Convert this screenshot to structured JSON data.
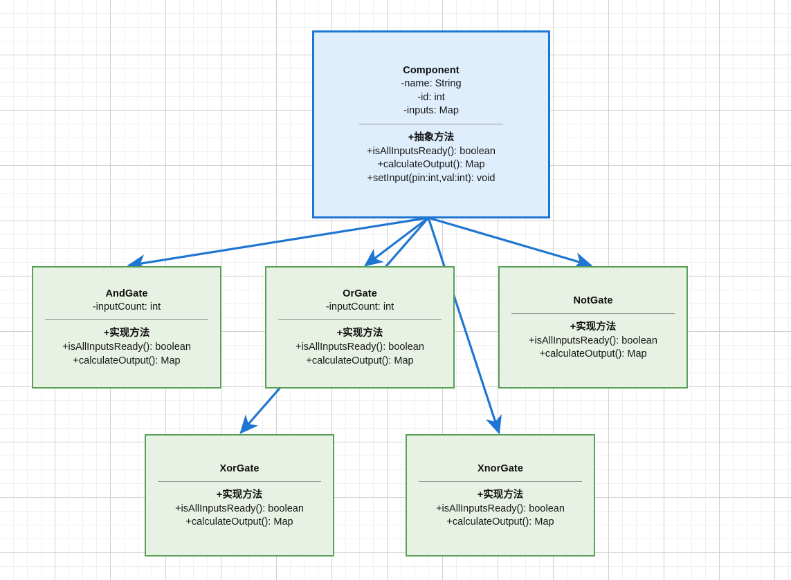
{
  "diagram": {
    "type": "uml-class-diagram",
    "background": "#ffffff",
    "grid_minor_color": "#f0f0f0",
    "grid_major_color": "#d0d0d0",
    "root_fill": "#dfeefc",
    "root_stroke": "#1f76d2",
    "leaf_fill": "#e8f2e4",
    "leaf_stroke": "#57a157",
    "edge_color": "#1f76d2",
    "separator_color": "#9a9a9a"
  },
  "classes": {
    "component": {
      "name": "Component",
      "attributes": [
        "-name: String",
        "-id: int",
        "-inputs: Map"
      ],
      "operations_header": "+抽象方法",
      "operations": [
        "+isAllInputsReady(): boolean",
        "+calculateOutput(): Map",
        "+setInput(pin:int,val:int): void"
      ]
    },
    "and_gate": {
      "name": "AndGate",
      "attributes": [
        "-inputCount: int"
      ],
      "operations_header": "+实现方法",
      "operations": [
        "+isAllInputsReady(): boolean",
        "+calculateOutput(): Map"
      ]
    },
    "or_gate": {
      "name": "OrGate",
      "attributes": [
        "-inputCount: int"
      ],
      "operations_header": "+实现方法",
      "operations": [
        "+isAllInputsReady(): boolean",
        "+calculateOutput(): Map"
      ]
    },
    "not_gate": {
      "name": "NotGate",
      "attributes": [],
      "operations_header": "+实现方法",
      "operations": [
        "+isAllInputsReady(): boolean",
        "+calculateOutput(): Map"
      ]
    },
    "xor_gate": {
      "name": "XorGate",
      "attributes": [],
      "operations_header": "+实现方法",
      "operations": [
        "+isAllInputsReady(): boolean",
        "+calculateOutput(): Map"
      ]
    },
    "xnor_gate": {
      "name": "XnorGate",
      "attributes": [],
      "operations_header": "+实现方法",
      "operations": [
        "+isAllInputsReady(): boolean",
        "+calculateOutput(): Map"
      ]
    }
  },
  "edges": [
    {
      "from": "Component",
      "to": "AndGate"
    },
    {
      "from": "Component",
      "to": "OrGate"
    },
    {
      "from": "Component",
      "to": "NotGate"
    },
    {
      "from": "Component",
      "to": "XorGate"
    },
    {
      "from": "Component",
      "to": "XnorGate"
    }
  ]
}
